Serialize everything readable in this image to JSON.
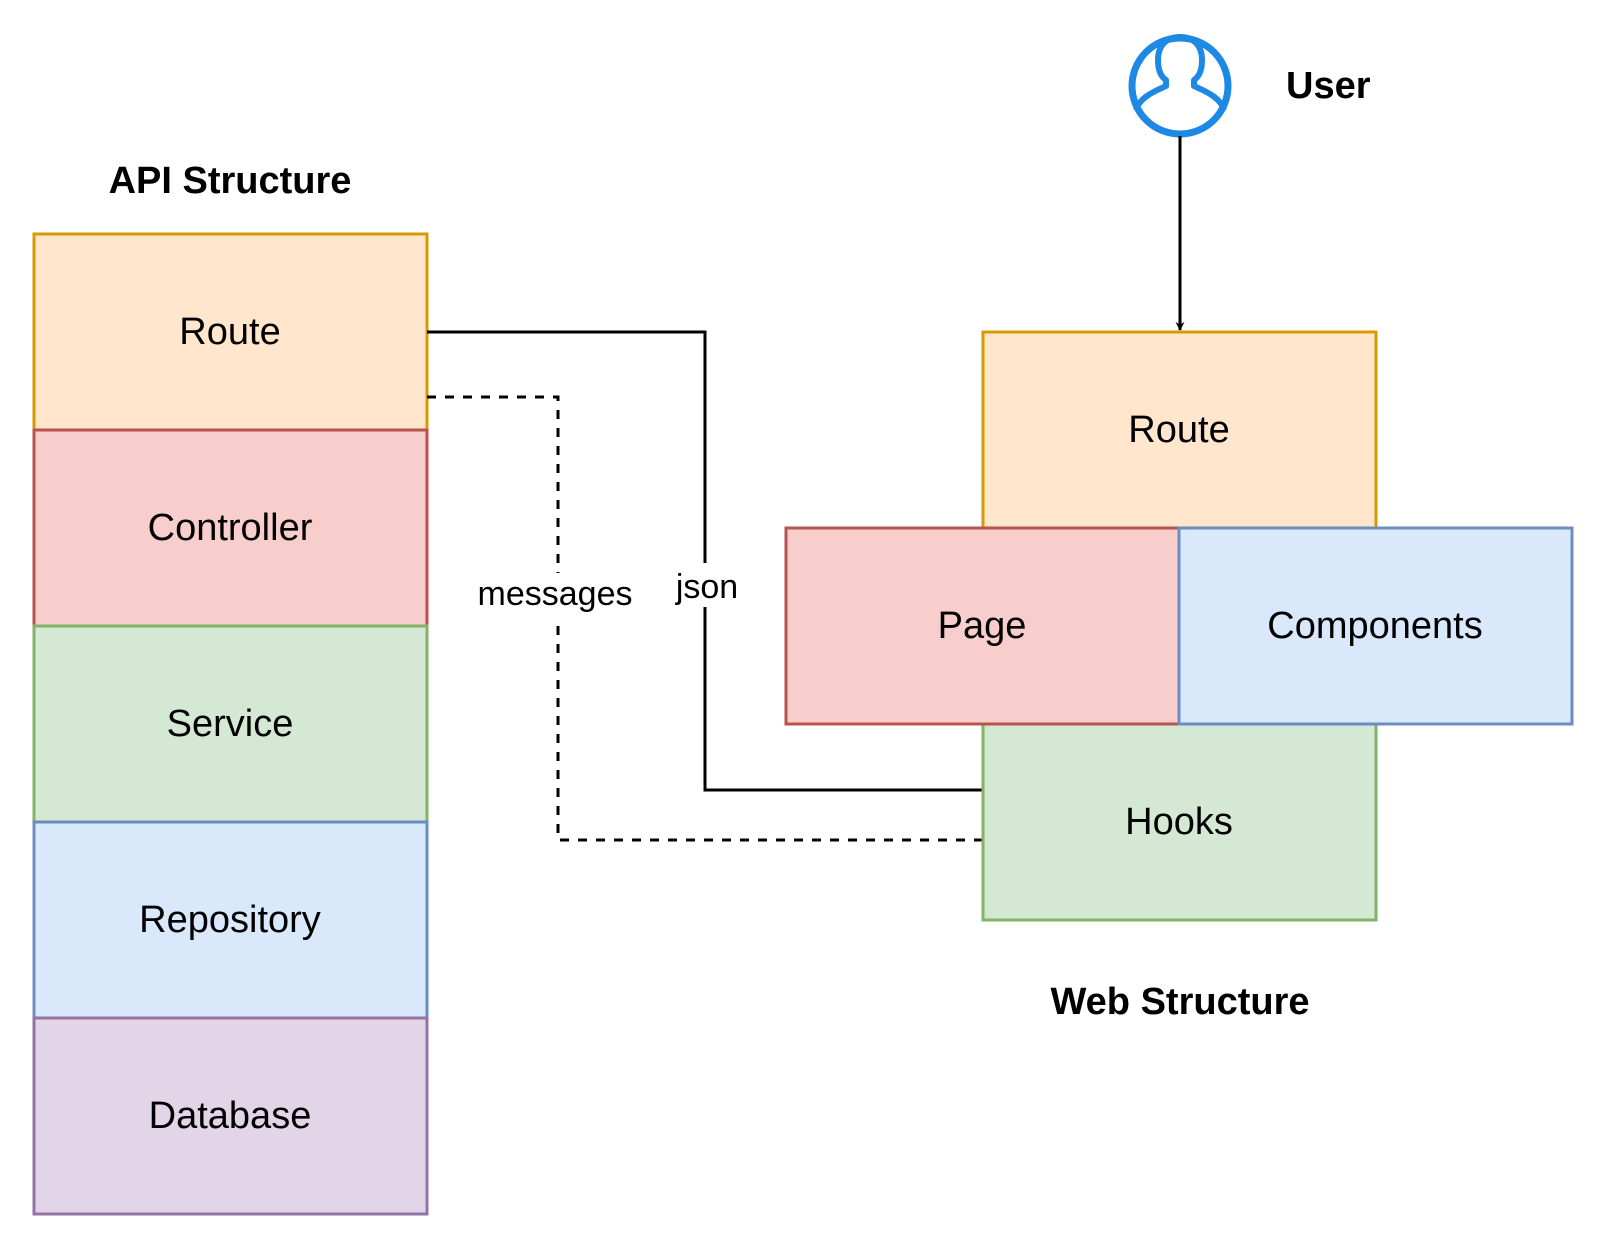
{
  "api": {
    "title": "API Structure",
    "layers": [
      {
        "label": "Route",
        "fill": "#FFE6CC",
        "stroke": "#D79B00"
      },
      {
        "label": "Controller",
        "fill": "#F8CECC",
        "stroke": "#B85450"
      },
      {
        "label": "Service",
        "fill": "#D5E8D4",
        "stroke": "#82B366"
      },
      {
        "label": "Repository",
        "fill": "#DAE8FC",
        "stroke": "#6C8EBF"
      },
      {
        "label": "Database",
        "fill": "#E1D5E7",
        "stroke": "#9673A6"
      }
    ]
  },
  "web": {
    "title": "Web Structure",
    "route": {
      "label": "Route",
      "fill": "#FFE6CC",
      "stroke": "#D79B00"
    },
    "page": {
      "label": "Page",
      "fill": "#F8CECC",
      "stroke": "#B85450"
    },
    "components": {
      "label": "Components",
      "fill": "#DAE8FC",
      "stroke": "#6C8EBF"
    },
    "hooks": {
      "label": "Hooks",
      "fill": "#D5E8D4",
      "stroke": "#82B366"
    }
  },
  "user": {
    "label": "User",
    "icon": "user-icon",
    "color": "#1E88E5"
  },
  "edges": {
    "json_label": "json",
    "messages_label": "messages"
  }
}
